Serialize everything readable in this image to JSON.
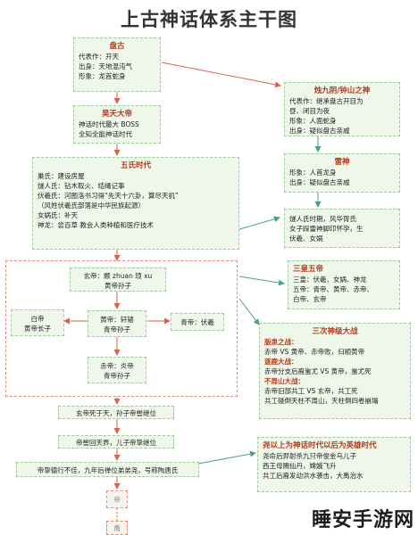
{
  "title": "上古神话体系主干图",
  "pangu": {
    "heading": "盘古",
    "lines": [
      "代表作：开天",
      "出身：天地混沌气",
      "形象：龙首蛇身"
    ]
  },
  "haotian": {
    "heading": "昊天大帝",
    "lines": [
      "神话时代最大 BOSS",
      "全知全能神话时代"
    ]
  },
  "wushi": {
    "heading": "五氏时代",
    "lines": [
      "巢氏：建设房屋",
      "燧人氏：钻木取火、结绳记事",
      "伏羲氏：河图洛书习得“先天十六卦，算尽天机”",
      "（风姓伏羲氏部落是中华民族起源）",
      "女娲氏：补天",
      "神龙：尝百草 教会人类种植和医疗技术"
    ]
  },
  "zhulong": {
    "heading": "烛九阴/钟山之神",
    "lines": [
      "代表作：继承盘古开目为",
      "昼、闭目为夜",
      "形象：人面蛇身",
      "出身：疑似盘古亲戚"
    ]
  },
  "leishen": {
    "heading": "雷神",
    "lines": [
      "形象：人首龙身",
      "出身：疑似盘古亲戚"
    ]
  },
  "suiren_note": {
    "lines": [
      "燧人氏时期，风华胥氏",
      "女子踩雷神脚印怀孕，生",
      "伏羲、女娲"
    ]
  },
  "xuandi": {
    "lines": [
      "玄帝：颛 zhuan 顼 xu",
      "黄帝孙子"
    ]
  },
  "huangdi": {
    "lines": [
      "黄帝：轩辕",
      "青帝孙子"
    ]
  },
  "baidi": {
    "lines": [
      "白帝",
      "黄帝长子"
    ]
  },
  "qingdi": {
    "lines": [
      "青帝：伏羲"
    ]
  },
  "chidi": {
    "lines": [
      "赤帝：炎帝",
      "青帝孙子"
    ]
  },
  "sanhuang": {
    "heading": "三皇五帝",
    "lines": [
      "三皇：伏羲、女娲、神龙",
      "五帝：青帝、黄帝、赤帝、",
      "白帝、玄帝"
    ]
  },
  "sanci": {
    "heading": "三次神级大战",
    "lines": [
      {
        "t": "版泉之战：",
        "red": true
      },
      {
        "t": "赤帝 VS 黄帝、赤帝败，归顺黄帝",
        "red": false
      },
      {
        "t": "逐鹿大战：",
        "red": true
      },
      {
        "t": "赤帝分支后裔蚩尤 VS 黄帝，蚩尤死",
        "red": false
      },
      {
        "t": "不周山大战：",
        "red": true
      },
      {
        "t": "赤帝旧部共工 VS 玄帝，共工死",
        "red": false
      },
      {
        "t": "共工碰倒天柱不周山，天柱倒四卷崩塌",
        "red": false
      }
    ]
  },
  "shun1": {
    "lines": [
      "玄帝死于天，孙子帝喾继位"
    ]
  },
  "shun2": {
    "lines": [
      "帝喾回天界，儿子帝挚继位"
    ]
  },
  "shun3": {
    "lines": [
      "帝挚德行不佳，九年后禅位弟弟尧，号称陶唐氏"
    ]
  },
  "hero": {
    "heading": "尧以上为神话时代以后为英雄时代",
    "lines": [
      "尧命后羿射杀九只帝俊金乌儿子",
      "西王母赐仙丹，嫦娥飞升",
      "共工后裔发动洪水袭击，大禹治水"
    ]
  },
  "ghost1": {
    "label": "帝"
  },
  "ghost2": {
    "label": "禹"
  },
  "watermark": "睡安手游网",
  "colors": {
    "box_fill": "#eef7ea",
    "box_border": "#9ec99a",
    "accent_red": "#b33a1c",
    "line_red": "#d9634c",
    "arrow_green": "#4aa37a"
  }
}
